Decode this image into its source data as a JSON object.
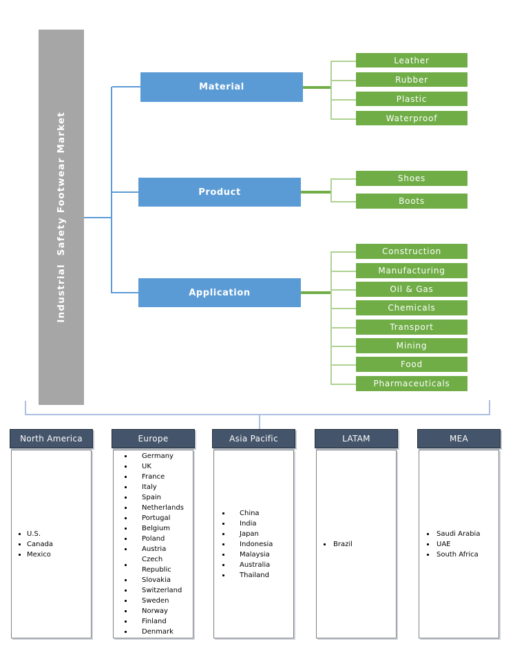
{
  "root": {
    "title": "Industrial  Safety Footwear Market"
  },
  "segments": [
    {
      "label": "Material",
      "items": [
        "Leather",
        "Rubber",
        "Plastic",
        "Waterproof"
      ]
    },
    {
      "label": "Product",
      "items": [
        "Shoes",
        "Boots"
      ]
    },
    {
      "label": "Application",
      "items": [
        "Construction",
        "Manufacturing",
        "Oil & Gas",
        "Chemicals",
        "Transport",
        "Mining",
        "Food",
        "Pharmaceuticals"
      ]
    }
  ],
  "regions": [
    {
      "label": "North America",
      "countries": [
        "U.S.",
        "Canada",
        "Mexico"
      ]
    },
    {
      "label": "Europe",
      "countries": [
        "Germany",
        "UK",
        "France",
        "Italy",
        "Spain",
        "Netherlands",
        "Portugal",
        "Belgium",
        "Poland",
        "Austria",
        "Czech Republic",
        "Slovakia",
        "Switzerland",
        "Sweden",
        "Norway",
        "Finland",
        "Denmark"
      ]
    },
    {
      "label": "Asia Pacific",
      "countries": [
        "China",
        "India",
        "Japan",
        "Indonesia",
        "Malaysia",
        "Australia",
        "Thailand"
      ]
    },
    {
      "label": "LATAM",
      "countries": [
        "Brazil"
      ]
    },
    {
      "label": "MEA",
      "countries": [
        "Saudi Arabia",
        "UAE",
        "South Africa"
      ]
    }
  ],
  "colors": {
    "blue": "#5b9bd5",
    "green": "#70ad47",
    "green_light": "#aed190",
    "gray": "#a6a6a6",
    "slate": "#44546a",
    "periwinkle": "#aabfe2"
  }
}
